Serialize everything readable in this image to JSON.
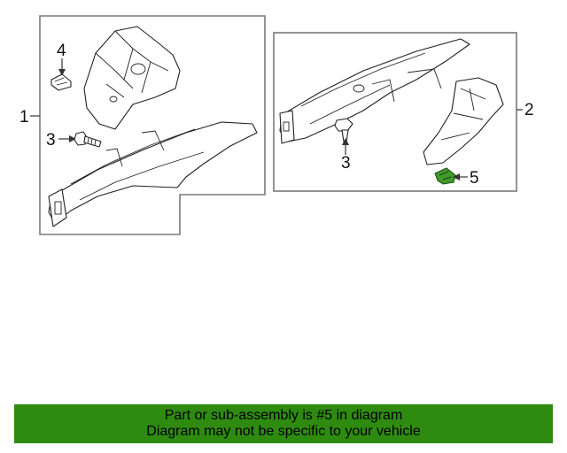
{
  "callouts": {
    "assembly_1": "1",
    "assembly_2": "2",
    "bolt_left": "3",
    "bolt_right": "3",
    "clip": "4",
    "bracket": "5"
  },
  "highlight_color": "#3f9a2a",
  "footer": {
    "line1": "Part or sub-assembly is #5 in diagram",
    "line2": "Diagram may not be specific to your vehicle",
    "background": "#2e8b10"
  }
}
